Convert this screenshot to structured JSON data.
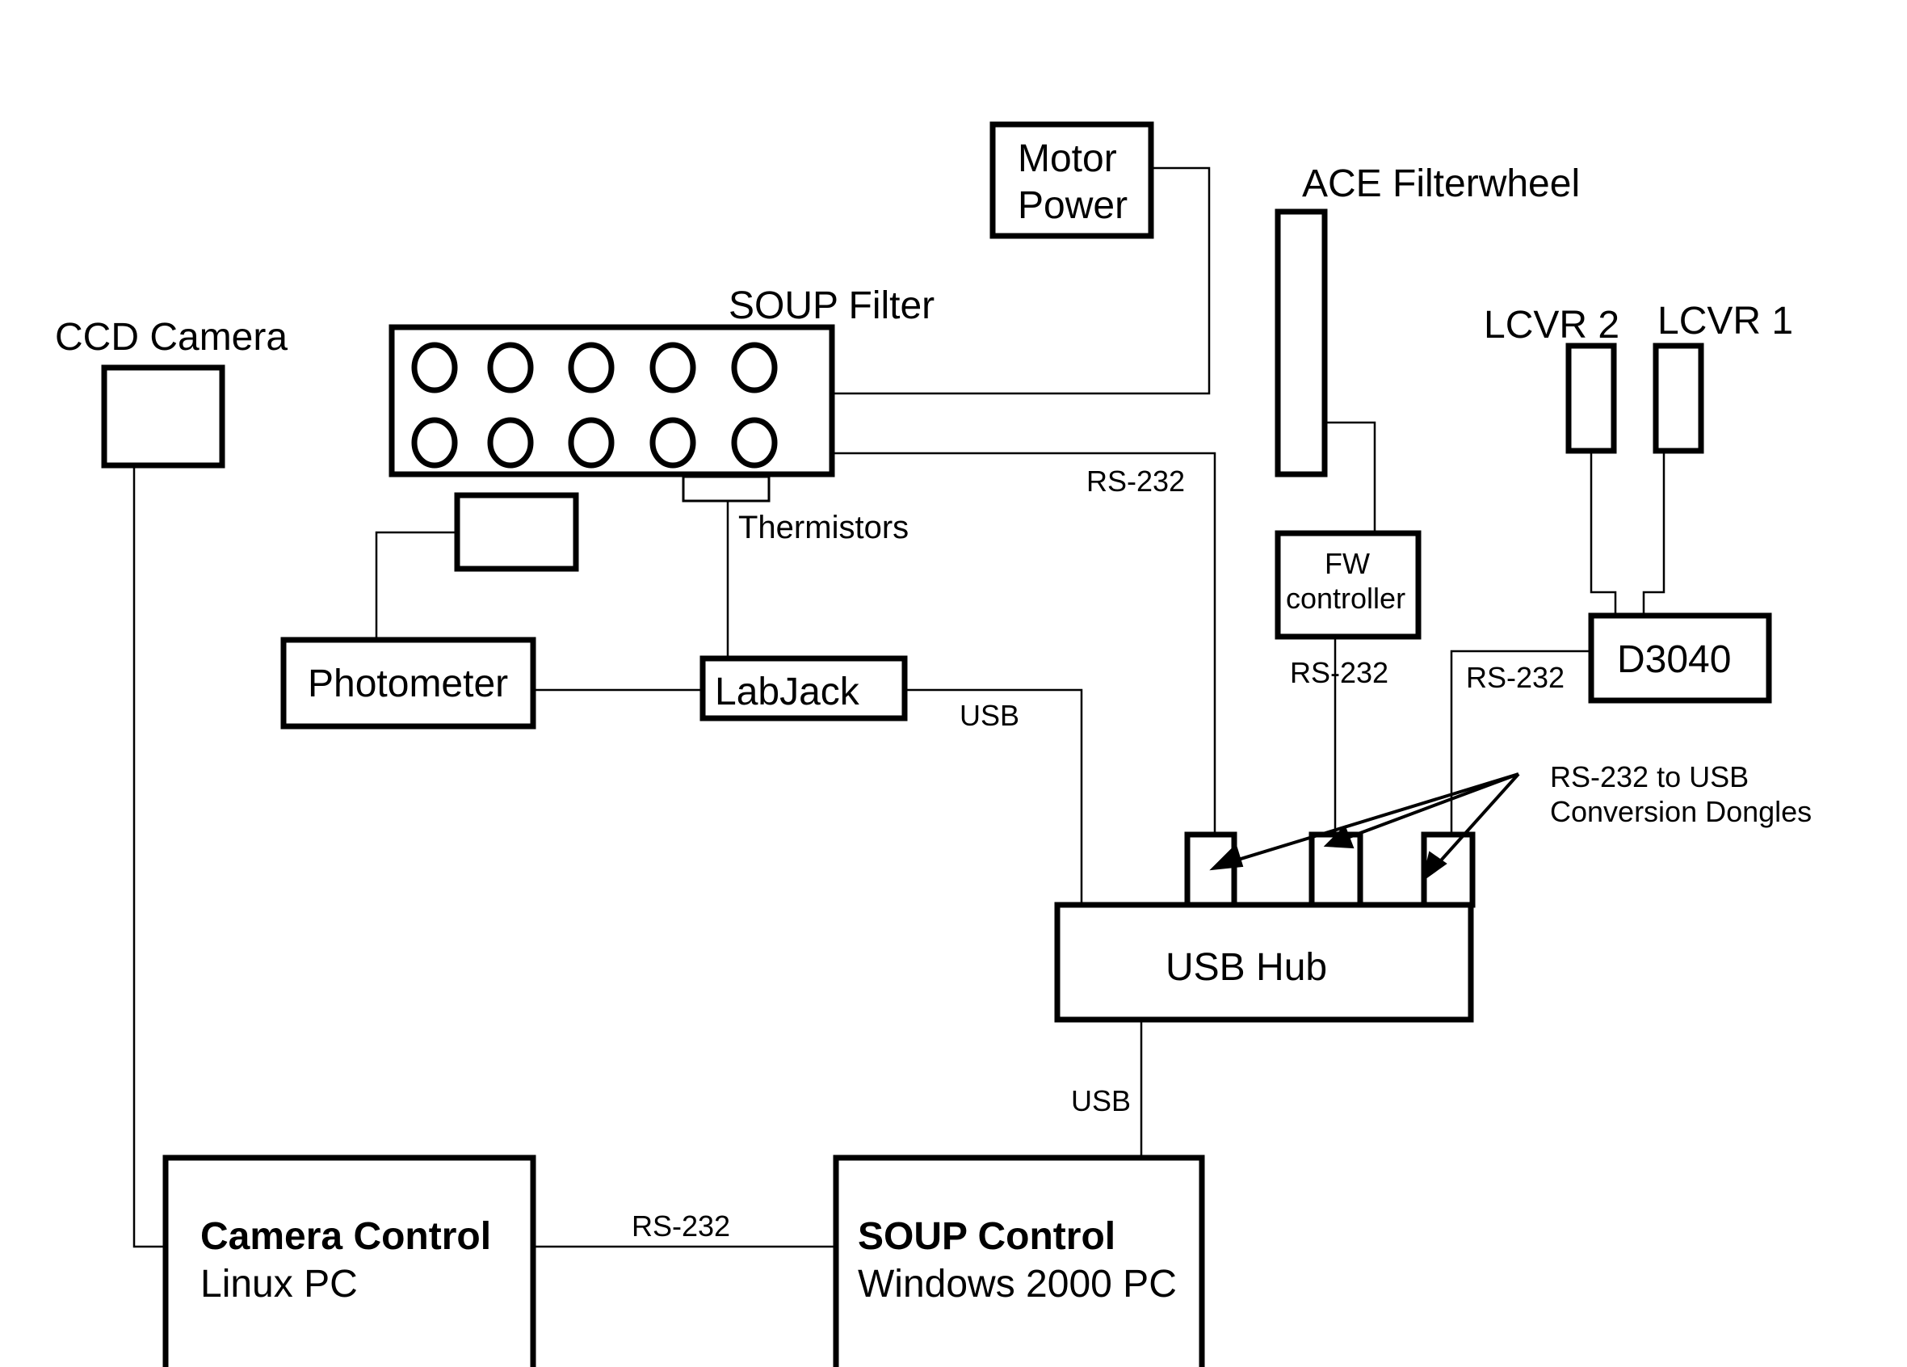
{
  "diagram": {
    "nodes": {
      "ccd_camera": {
        "label": "CCD Camera"
      },
      "soup_filter": {
        "label": "SOUP Filter",
        "filter_count": 10
      },
      "motor_power": {
        "line1": "Motor",
        "line2": "Power"
      },
      "ace_filterwheel": {
        "label": "ACE Filterwheel"
      },
      "lcvr2": {
        "label": "LCVR 2"
      },
      "lcvr1": {
        "label": "LCVR 1"
      },
      "fw_controller": {
        "line1": "FW",
        "line2": "controller"
      },
      "d3040": {
        "label": "D3040"
      },
      "photometer": {
        "label": "Photometer"
      },
      "labjack": {
        "label": "LabJack"
      },
      "thermistors": {
        "label": "Thermistors"
      },
      "usb_hub": {
        "label": "USB Hub"
      },
      "camera_control": {
        "title": "Camera Control",
        "subtitle": "Linux PC"
      },
      "soup_control": {
        "title": "SOUP Control",
        "subtitle": "Windows 2000 PC"
      }
    },
    "edge_labels": {
      "soup_to_hub": "RS-232",
      "fw_to_hub": "RS-232",
      "d3040_to_hub": "RS-232",
      "labjack_to_hub": "USB",
      "hub_to_soup_control": "USB",
      "camera_to_soup_control": "RS-232"
    },
    "annotation": {
      "line1": "RS-232 to USB",
      "line2": "Conversion Dongles"
    }
  }
}
